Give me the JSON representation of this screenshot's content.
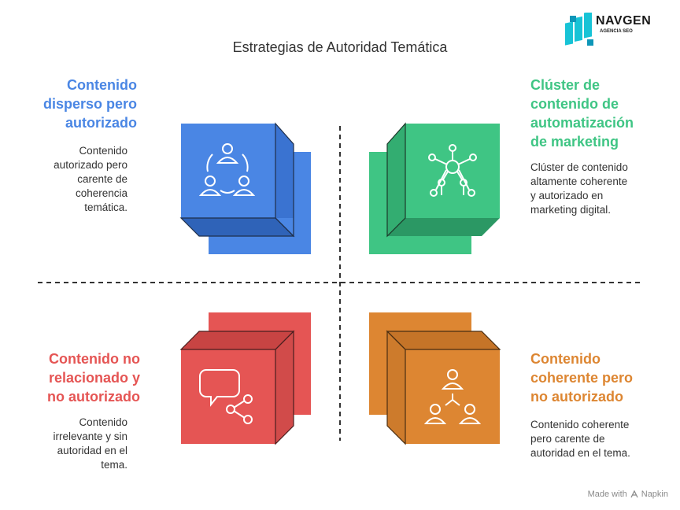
{
  "title": "Estrategias de Autoridad Temática",
  "logo": {
    "name": "NAVGEN",
    "tagline": "AGENCIA SEO"
  },
  "quadrants": {
    "top_left": {
      "heading": [
        "Contenido",
        "disperso pero",
        "autorizado"
      ],
      "description": [
        "Contenido",
        "autorizado pero",
        "carente de",
        "coherencia",
        "temática."
      ],
      "color": "#4a86e4",
      "icon": "team-circle-icon"
    },
    "top_right": {
      "heading": [
        "Clúster de",
        "contenido de",
        "automatización",
        "de marketing"
      ],
      "description": [
        "Clúster de contenido",
        "altamente coherente",
        "y autorizado en",
        "marketing digital."
      ],
      "color": "#3fc584",
      "icon": "molecule-network-icon"
    },
    "bottom_left": {
      "heading": [
        "Contenido no",
        "relacionado y",
        "no autorizado"
      ],
      "description": [
        "Contenido",
        "irrelevante y sin",
        "autoridad en el",
        "tema."
      ],
      "color": "#e55554",
      "icon": "chat-share-icon"
    },
    "bottom_right": {
      "heading": [
        "Contenido",
        "coherente pero",
        "no autorizado"
      ],
      "description": [
        "Contenido coherente",
        "pero carente de",
        "autoridad en el tema."
      ],
      "color": "#dd8632",
      "icon": "hierarchy-people-icon"
    }
  },
  "footer": {
    "made_with": "Made with",
    "brand": "Napkin"
  }
}
